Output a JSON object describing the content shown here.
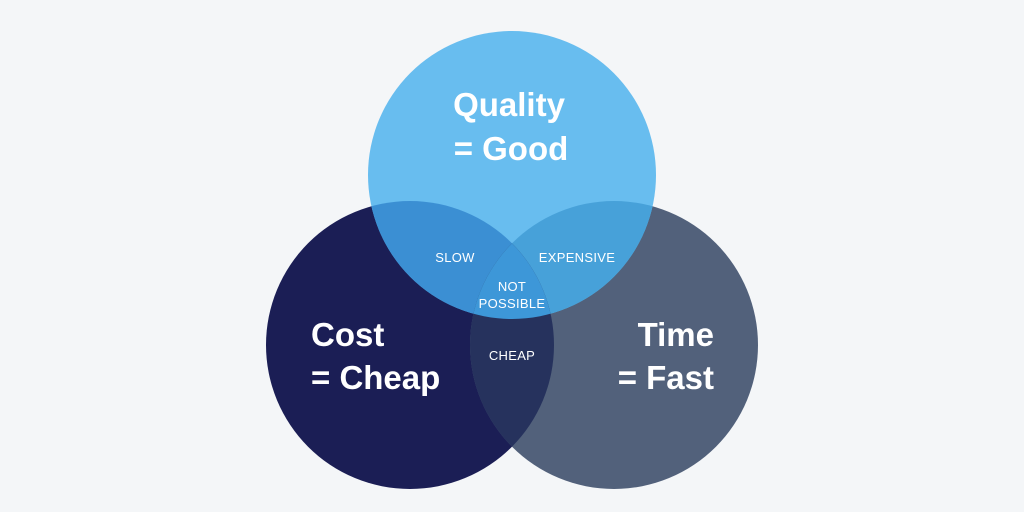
{
  "background_color": "#f4f6f8",
  "circles": {
    "quality": {
      "line1": "Quality",
      "line2": "= Good",
      "color": "#68bdef"
    },
    "cost": {
      "line1": "Cost",
      "line2": "= Cheap",
      "color": "#1b1e55"
    },
    "time": {
      "line1": "Time",
      "line2": "= Fast",
      "color": "#52617b"
    }
  },
  "overlaps": {
    "quality_cost": {
      "label": "SLOW",
      "color": "#3b8fd3"
    },
    "quality_time": {
      "label": "EXPENSIVE",
      "color": "#47a1d9"
    },
    "cost_time": {
      "label": "CHEAP",
      "color": "#26325d"
    },
    "center": {
      "line1": "NOT",
      "line2": "POSSIBLE",
      "color": "#3d97d8"
    }
  }
}
